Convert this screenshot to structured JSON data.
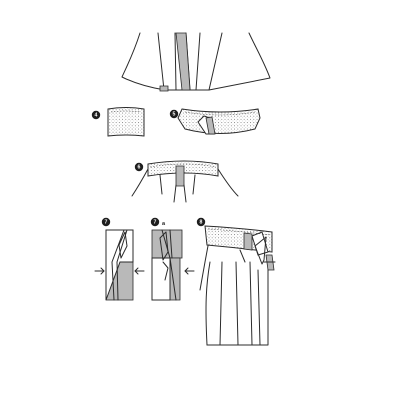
{
  "steps": [
    {
      "number": "4"
    },
    {
      "number": "5"
    },
    {
      "number": "6"
    },
    {
      "number": "7"
    },
    {
      "number": "7",
      "suffix": "a"
    },
    {
      "number": "8"
    }
  ],
  "colors": {
    "line": "#2b2b2b",
    "wrong_side_fill": "#b9b9b9",
    "badge": "#1e1e1e",
    "background": "#ffffff"
  }
}
